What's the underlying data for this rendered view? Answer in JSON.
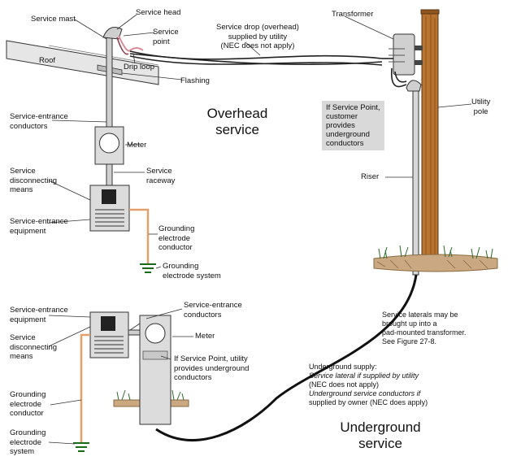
{
  "overhead_title": [
    "Overhead",
    "service"
  ],
  "underground_title": [
    "Underground",
    "service"
  ],
  "labels": {
    "service_mast": "Service mast",
    "service_head": "Service head",
    "service_point": [
      "Service",
      "point"
    ],
    "service_drop": [
      "Service drop (overhead)",
      "supplied by utility",
      "(NEC does not apply)"
    ],
    "transformer": "Transformer",
    "roof": "Roof",
    "drip_loop": "Drip loop",
    "flashing": "Flashing",
    "utility_pole": [
      "Utility",
      "pole"
    ],
    "se_conductors_top": [
      "Service-entrance",
      "conductors"
    ],
    "meter_top": "Meter",
    "service_raceway": [
      "Service",
      "raceway"
    ],
    "disconnect_top": [
      "Service",
      "disconnecting",
      "means"
    ],
    "se_equipment_top": [
      "Service-entrance",
      "equipment"
    ],
    "grounding_conductor_top": [
      "Grounding",
      "electrode",
      "conductor"
    ],
    "grounding_system_top": [
      "Grounding",
      "electrode system"
    ],
    "service_point_note": [
      "If Service Point,",
      "customer",
      "provides",
      "underground",
      "conductors"
    ],
    "riser": "Riser",
    "service_laterals": [
      "Service laterals may be",
      "brought up into a",
      "pad-mounted transformer.",
      "See Figure 27-8."
    ],
    "underground_supply": [
      "Underground supply:",
      "Service lateral if supplied by utility",
      "(NEC does not apply)",
      "Underground service conductors if",
      "supplied by owner (NEC does apply)"
    ],
    "se_equipment_bottom": [
      "Service-entrance",
      "equipment"
    ],
    "disconnect_bottom": [
      "Service",
      "disconnecting",
      "means"
    ],
    "se_conductors_bottom": [
      "Service-entrance",
      "conductors"
    ],
    "meter_bottom": "Meter",
    "utility_note": [
      "If Service Point, utility",
      "provides underground",
      "conductors"
    ],
    "grounding_conductor_bottom": [
      "Grounding",
      "electrode",
      "conductor"
    ],
    "grounding_system_bottom": [
      "Grounding",
      "electrode",
      "system"
    ]
  },
  "colors": {
    "pole": "#b8732e",
    "ground_wire": "#e3a06b",
    "fill_gray": "#dcdcdc",
    "note_bg": "#d9d9d9"
  }
}
